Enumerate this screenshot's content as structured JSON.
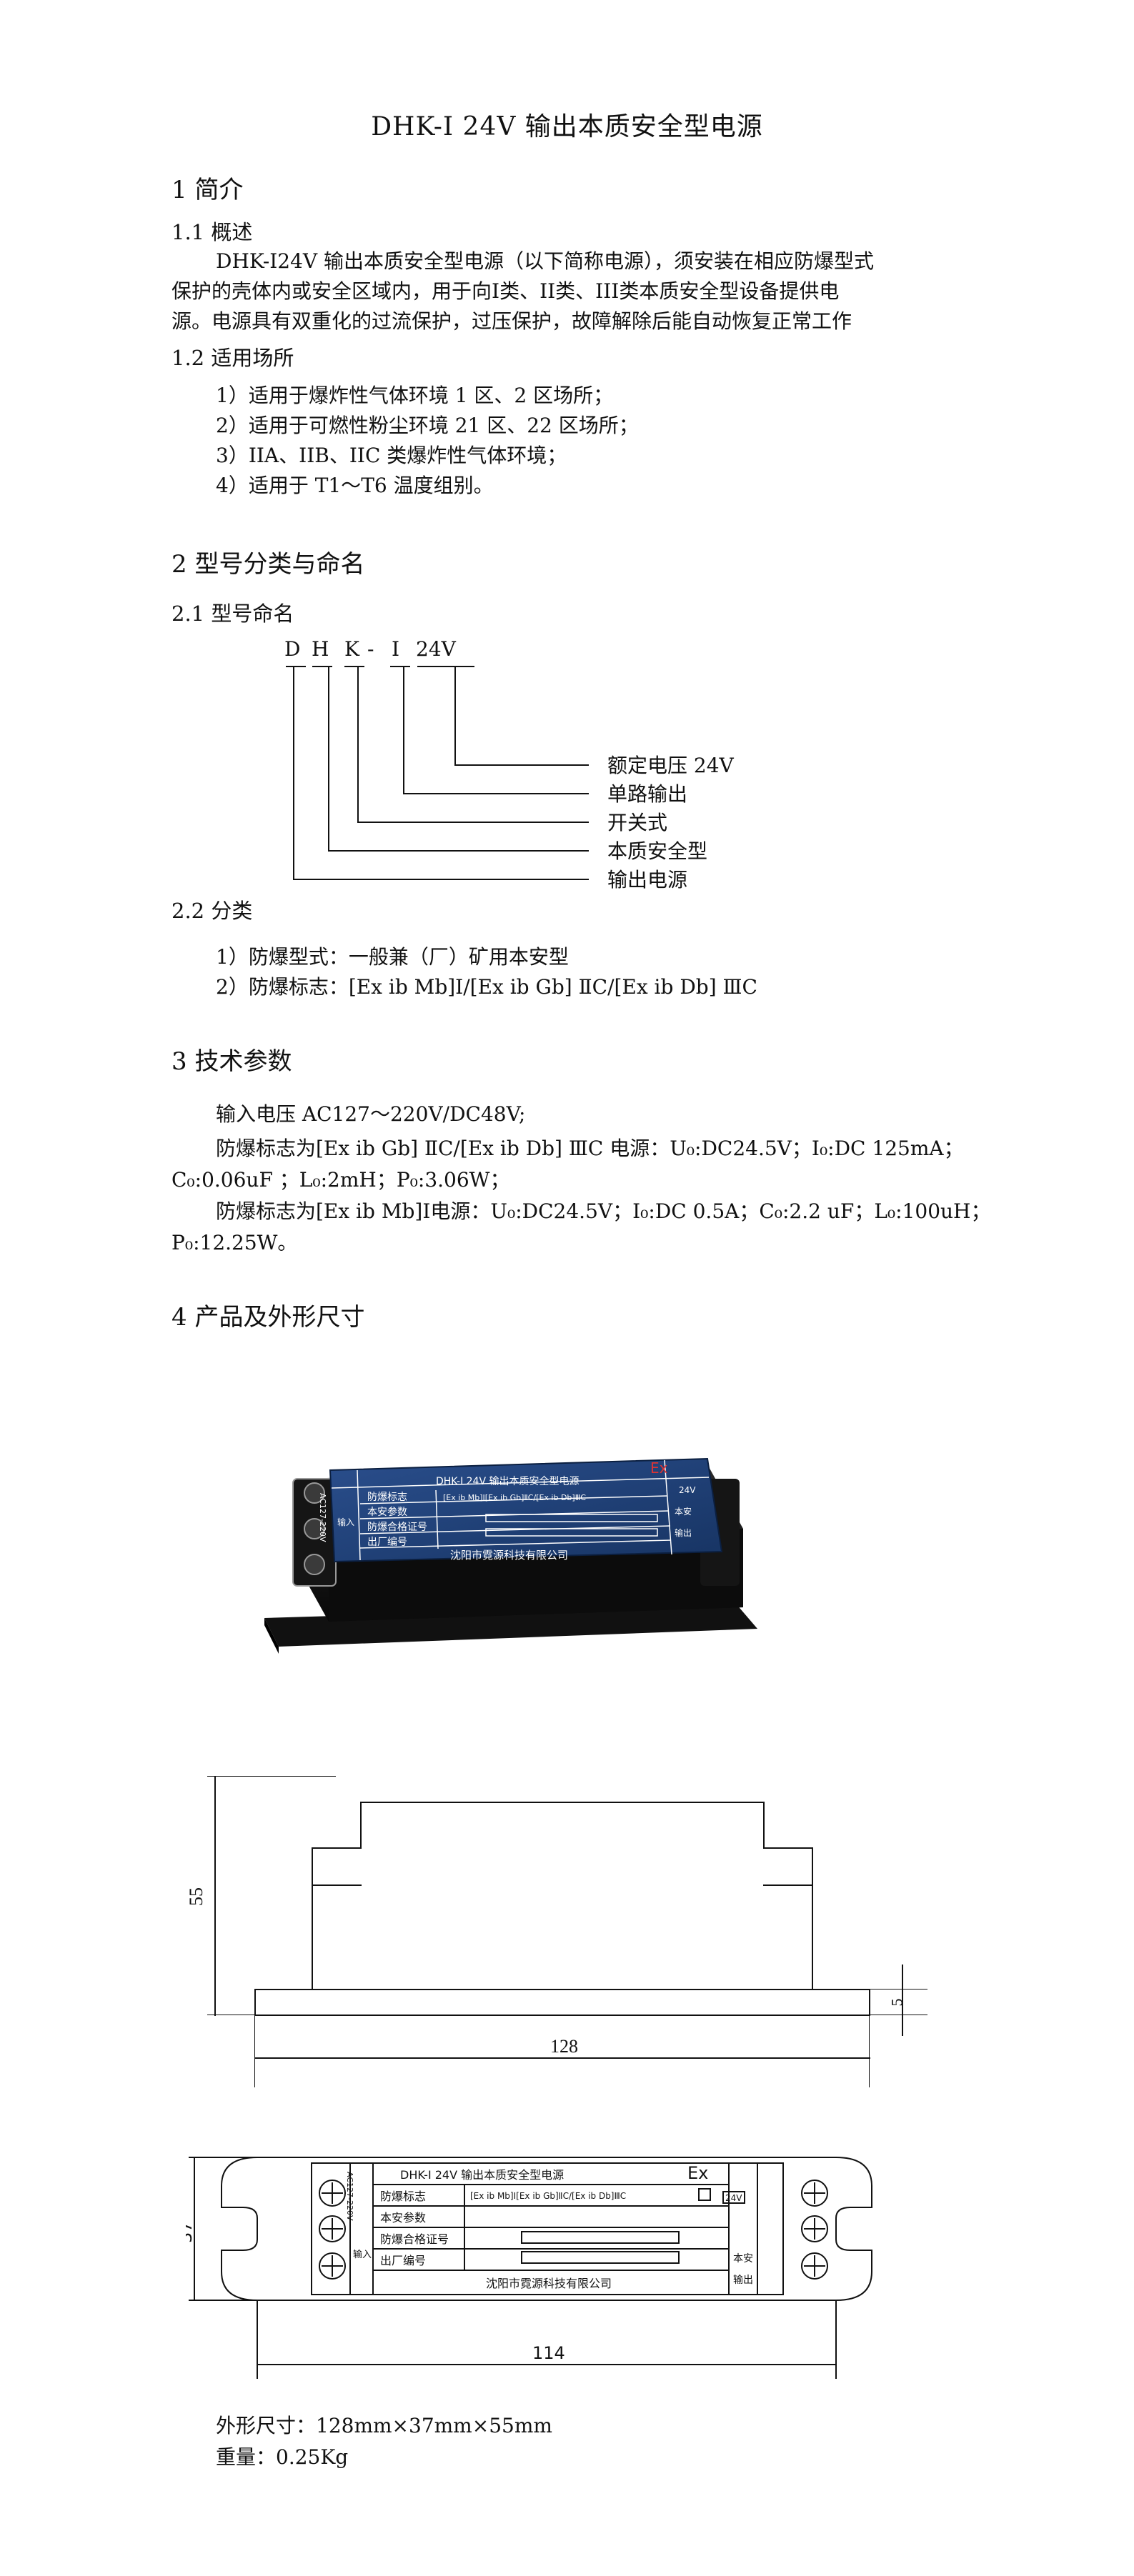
{
  "doc": {
    "title": "DHK-Ⅰ 24V 输出本质安全型电源",
    "s1": {
      "heading": "1 简介",
      "s11": {
        "heading": "1.1 概述",
        "lines": [
          "DHK-Ⅰ24V 输出本质安全型电源（以下简称电源），须安装在相应防爆型式",
          "保护的壳体内或安全区域内，用于向Ⅰ类、II类、III类本质安全型设备提供电",
          "源。电源具有双重化的过流保护，过压保护，故障解除后能自动恢复正常工作"
        ]
      },
      "s12": {
        "heading": "1.2 适用场所",
        "items": [
          "1）适用于爆炸性气体环境 1 区、2 区场所；",
          "2）适用于可燃性粉尘环境 21 区、22 区场所；",
          "3）IIA、IIB、IIC 类爆炸性气体环境；",
          "4）适用于 T1～T6 温度组别。"
        ]
      }
    },
    "s2": {
      "heading": "2 型号分类与命名",
      "s21": {
        "heading": "2.1 型号命名",
        "code_chars": [
          "D",
          "H",
          "K",
          "-",
          "I",
          "24V"
        ],
        "labels": [
          "额定电压 24V",
          "单路输出",
          "开关式",
          "本质安全型",
          "输出电源"
        ]
      },
      "s22": {
        "heading": "2.2 分类",
        "items": [
          "1）防爆型式：一般兼（厂）矿用本安型",
          "2）防爆标志：[Ex ib Mb]Ⅰ/[Ex ib Gb] ⅡC/[Ex ib Db] ⅢC"
        ]
      }
    },
    "s3": {
      "heading": "3 技术参数",
      "lines": [
        "输入电压 AC127～220V/DC48V;",
        "防爆标志为[Ex ib Gb] ⅡC/[Ex ib Db] ⅢC 电源：U₀:DC24.5V；I₀:DC 125mA；",
        "C₀:0.06uF ；L₀:2mH；P₀:3.06W；",
        "防爆标志为[Ex ib Mb]Ⅰ电源：U₀:DC24.5V；I₀:DC 0.5A；C₀:2.2 uF；L₀:100uH；",
        "P₀:12.25W。"
      ]
    },
    "s4": {
      "heading": "4 产品及外形尺寸",
      "photo": {
        "title": "DHK-I 24V 输出本质安全型电源",
        "rows": [
          "防爆标志",
          "本安参数",
          "防爆合格证号",
          "出厂编号"
        ],
        "company": "沈阳市霓源科技有限公司",
        "side_in": "输入",
        "side_ac": "AC127-220V",
        "right_a": "本安",
        "right_b": "输出",
        "ex": "Ex",
        "v": "24V",
        "marks": "[Ex ib Mb]Ⅰ[Ex ib Gb]ⅡC/[Ex ib Db]ⅢC"
      },
      "front": {
        "height": "55",
        "width": "128",
        "base": "5"
      },
      "top": {
        "title": "DHK-I 24V 输出本质安全型电源",
        "rows": [
          "防爆标志",
          "本安参数",
          "防爆合格证号",
          "出厂编号"
        ],
        "marks": "[Ex ib Mb]Ⅰ[Ex ib Gb]ⅡC/[Ex ib Db]ⅢC",
        "company": "沈阳市霓源科技有限公司",
        "side_ac": "AC127-220V",
        "side_in": "输入",
        "ex": "Ex",
        "v": "24V",
        "right_a": "本安",
        "right_b": "输出",
        "height": "37",
        "width": "114"
      },
      "size": "外形尺寸：128mm×37mm×55mm",
      "weight": "重量：0.25Kg"
    }
  }
}
